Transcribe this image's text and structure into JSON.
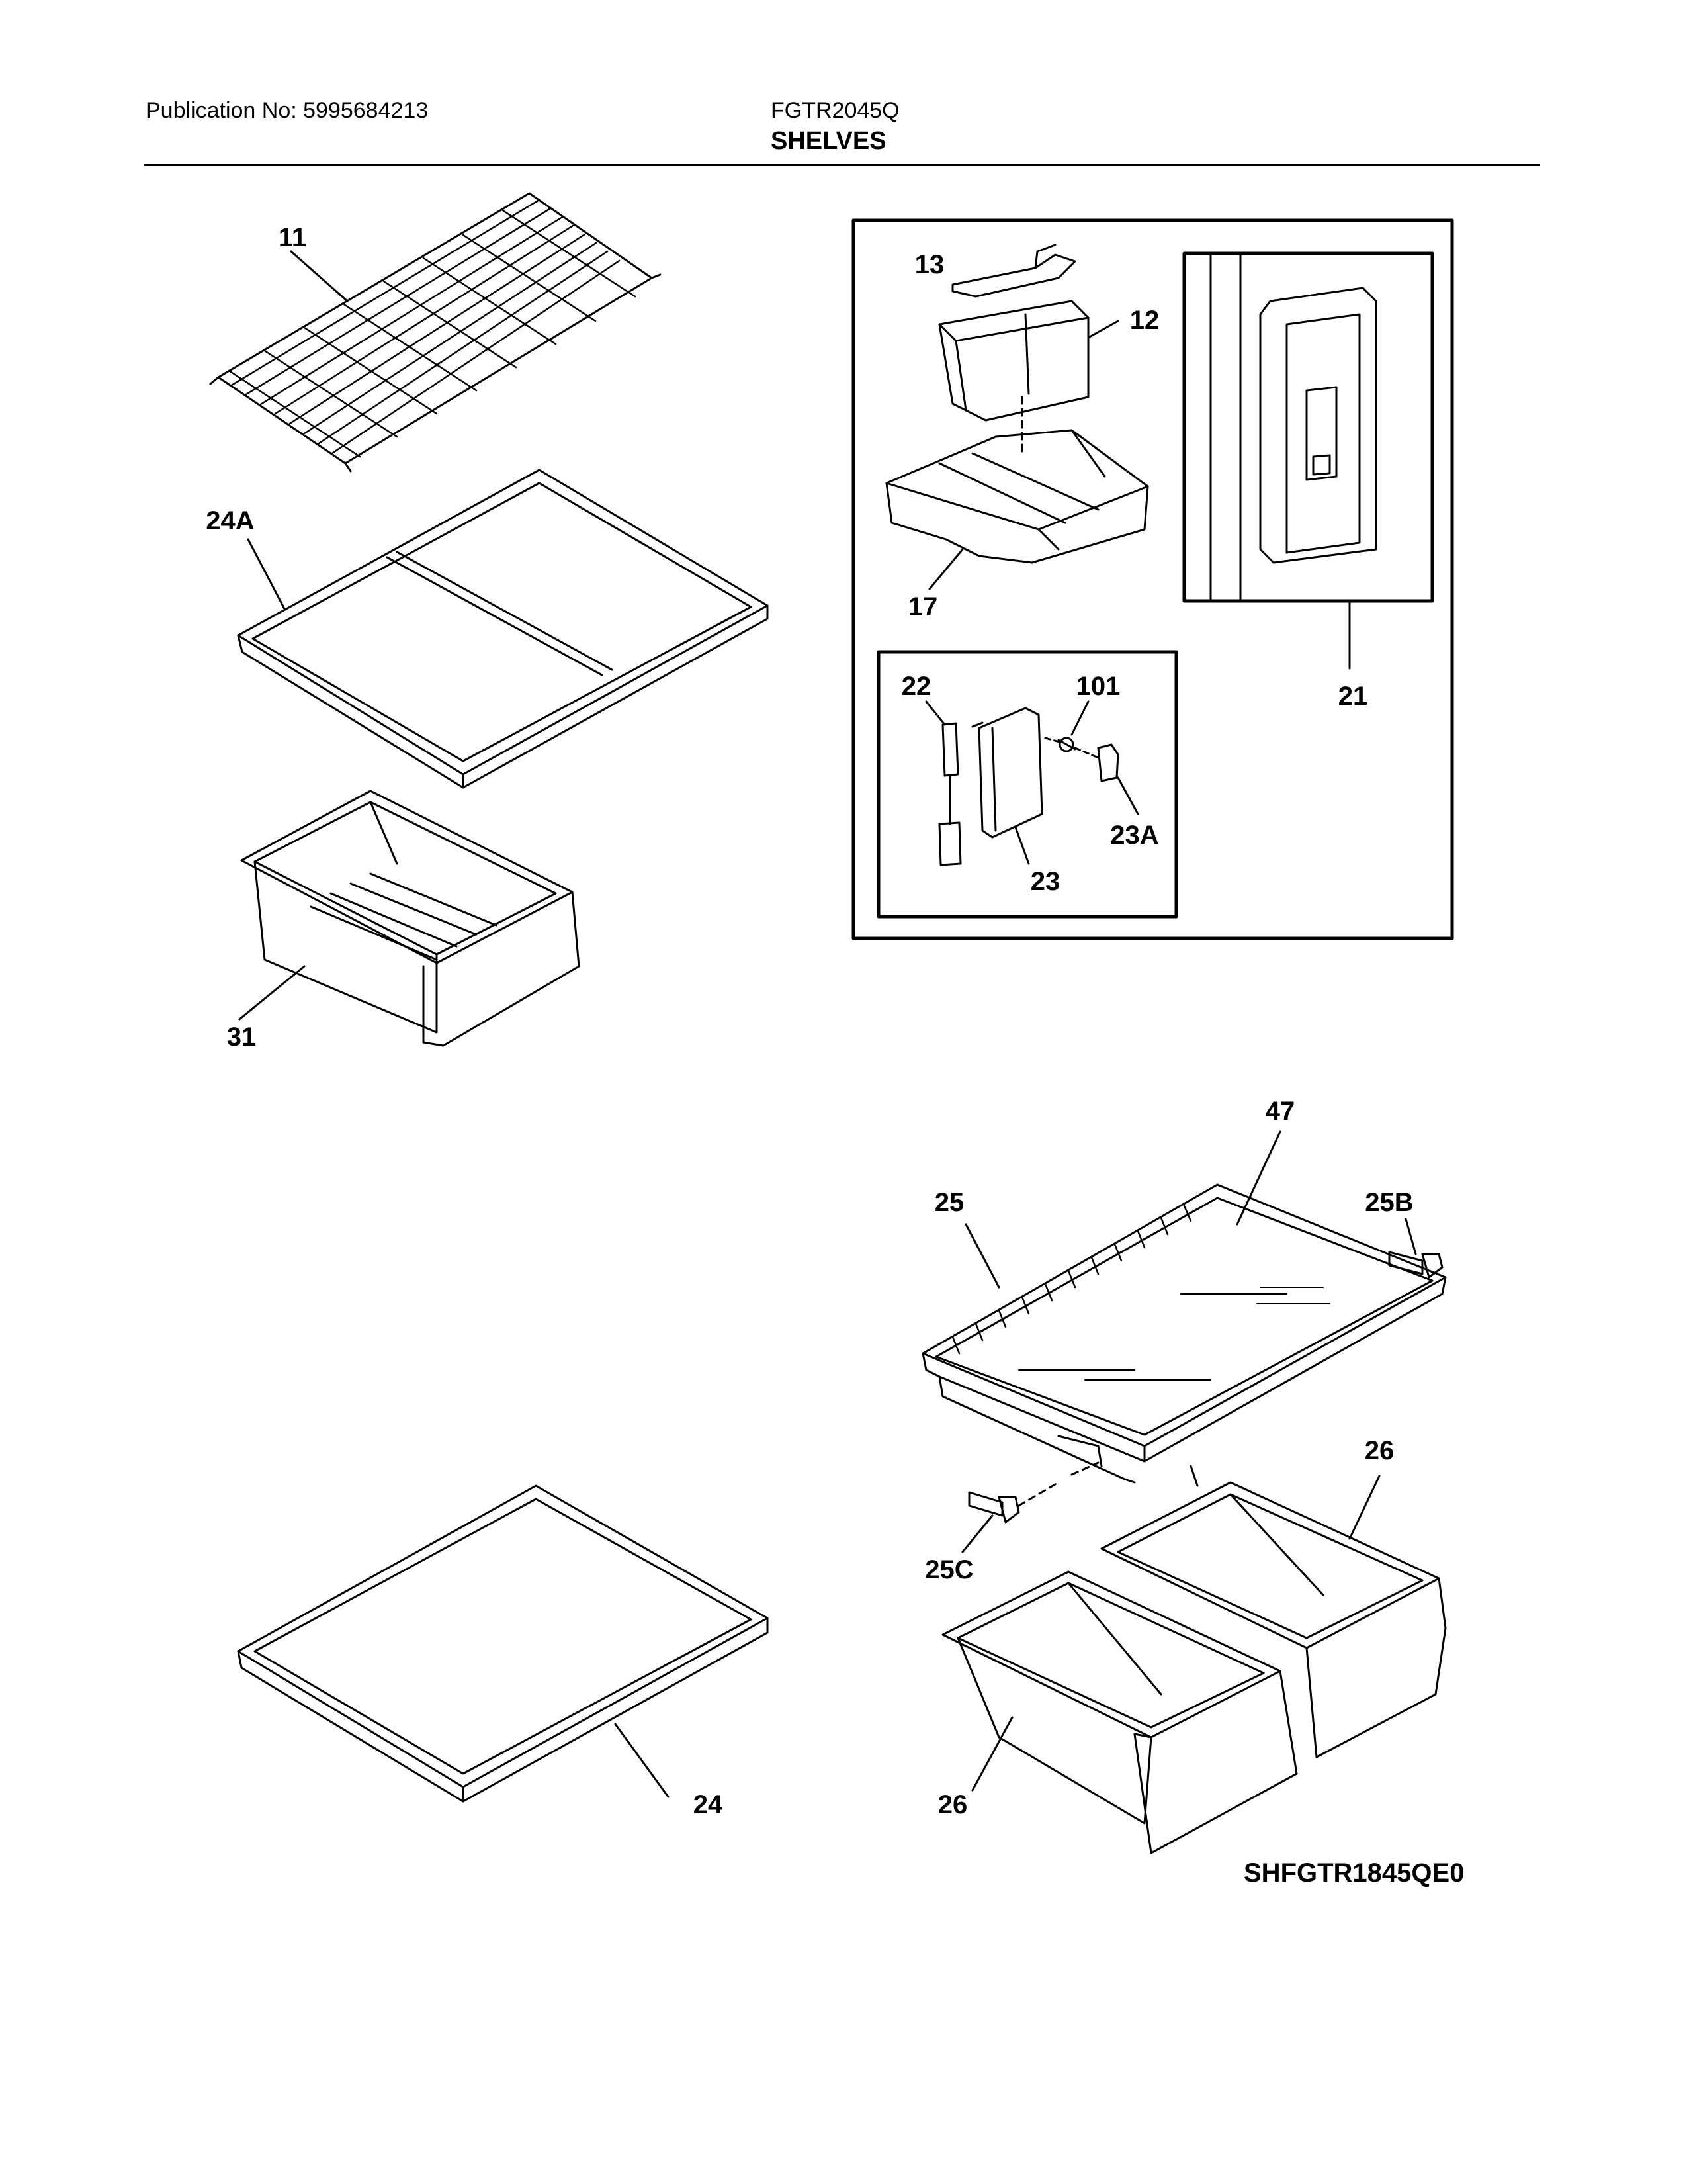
{
  "header": {
    "publication": "Publication No: 5995684213",
    "model": "FGTR2045Q",
    "section_title": "SHELVES"
  },
  "diagram_code": "SHFGTR1845QE0",
  "callouts": {
    "c11": "11",
    "c24A": "24A",
    "c31": "31",
    "c13": "13",
    "c12": "12",
    "c17": "17",
    "c21": "21",
    "c22": "22",
    "c101": "101",
    "c23A": "23A",
    "c23": "23",
    "c47": "47",
    "c25": "25",
    "c25B": "25B",
    "c25C": "25C",
    "c26a": "26",
    "c26b": "26",
    "c24": "24"
  }
}
